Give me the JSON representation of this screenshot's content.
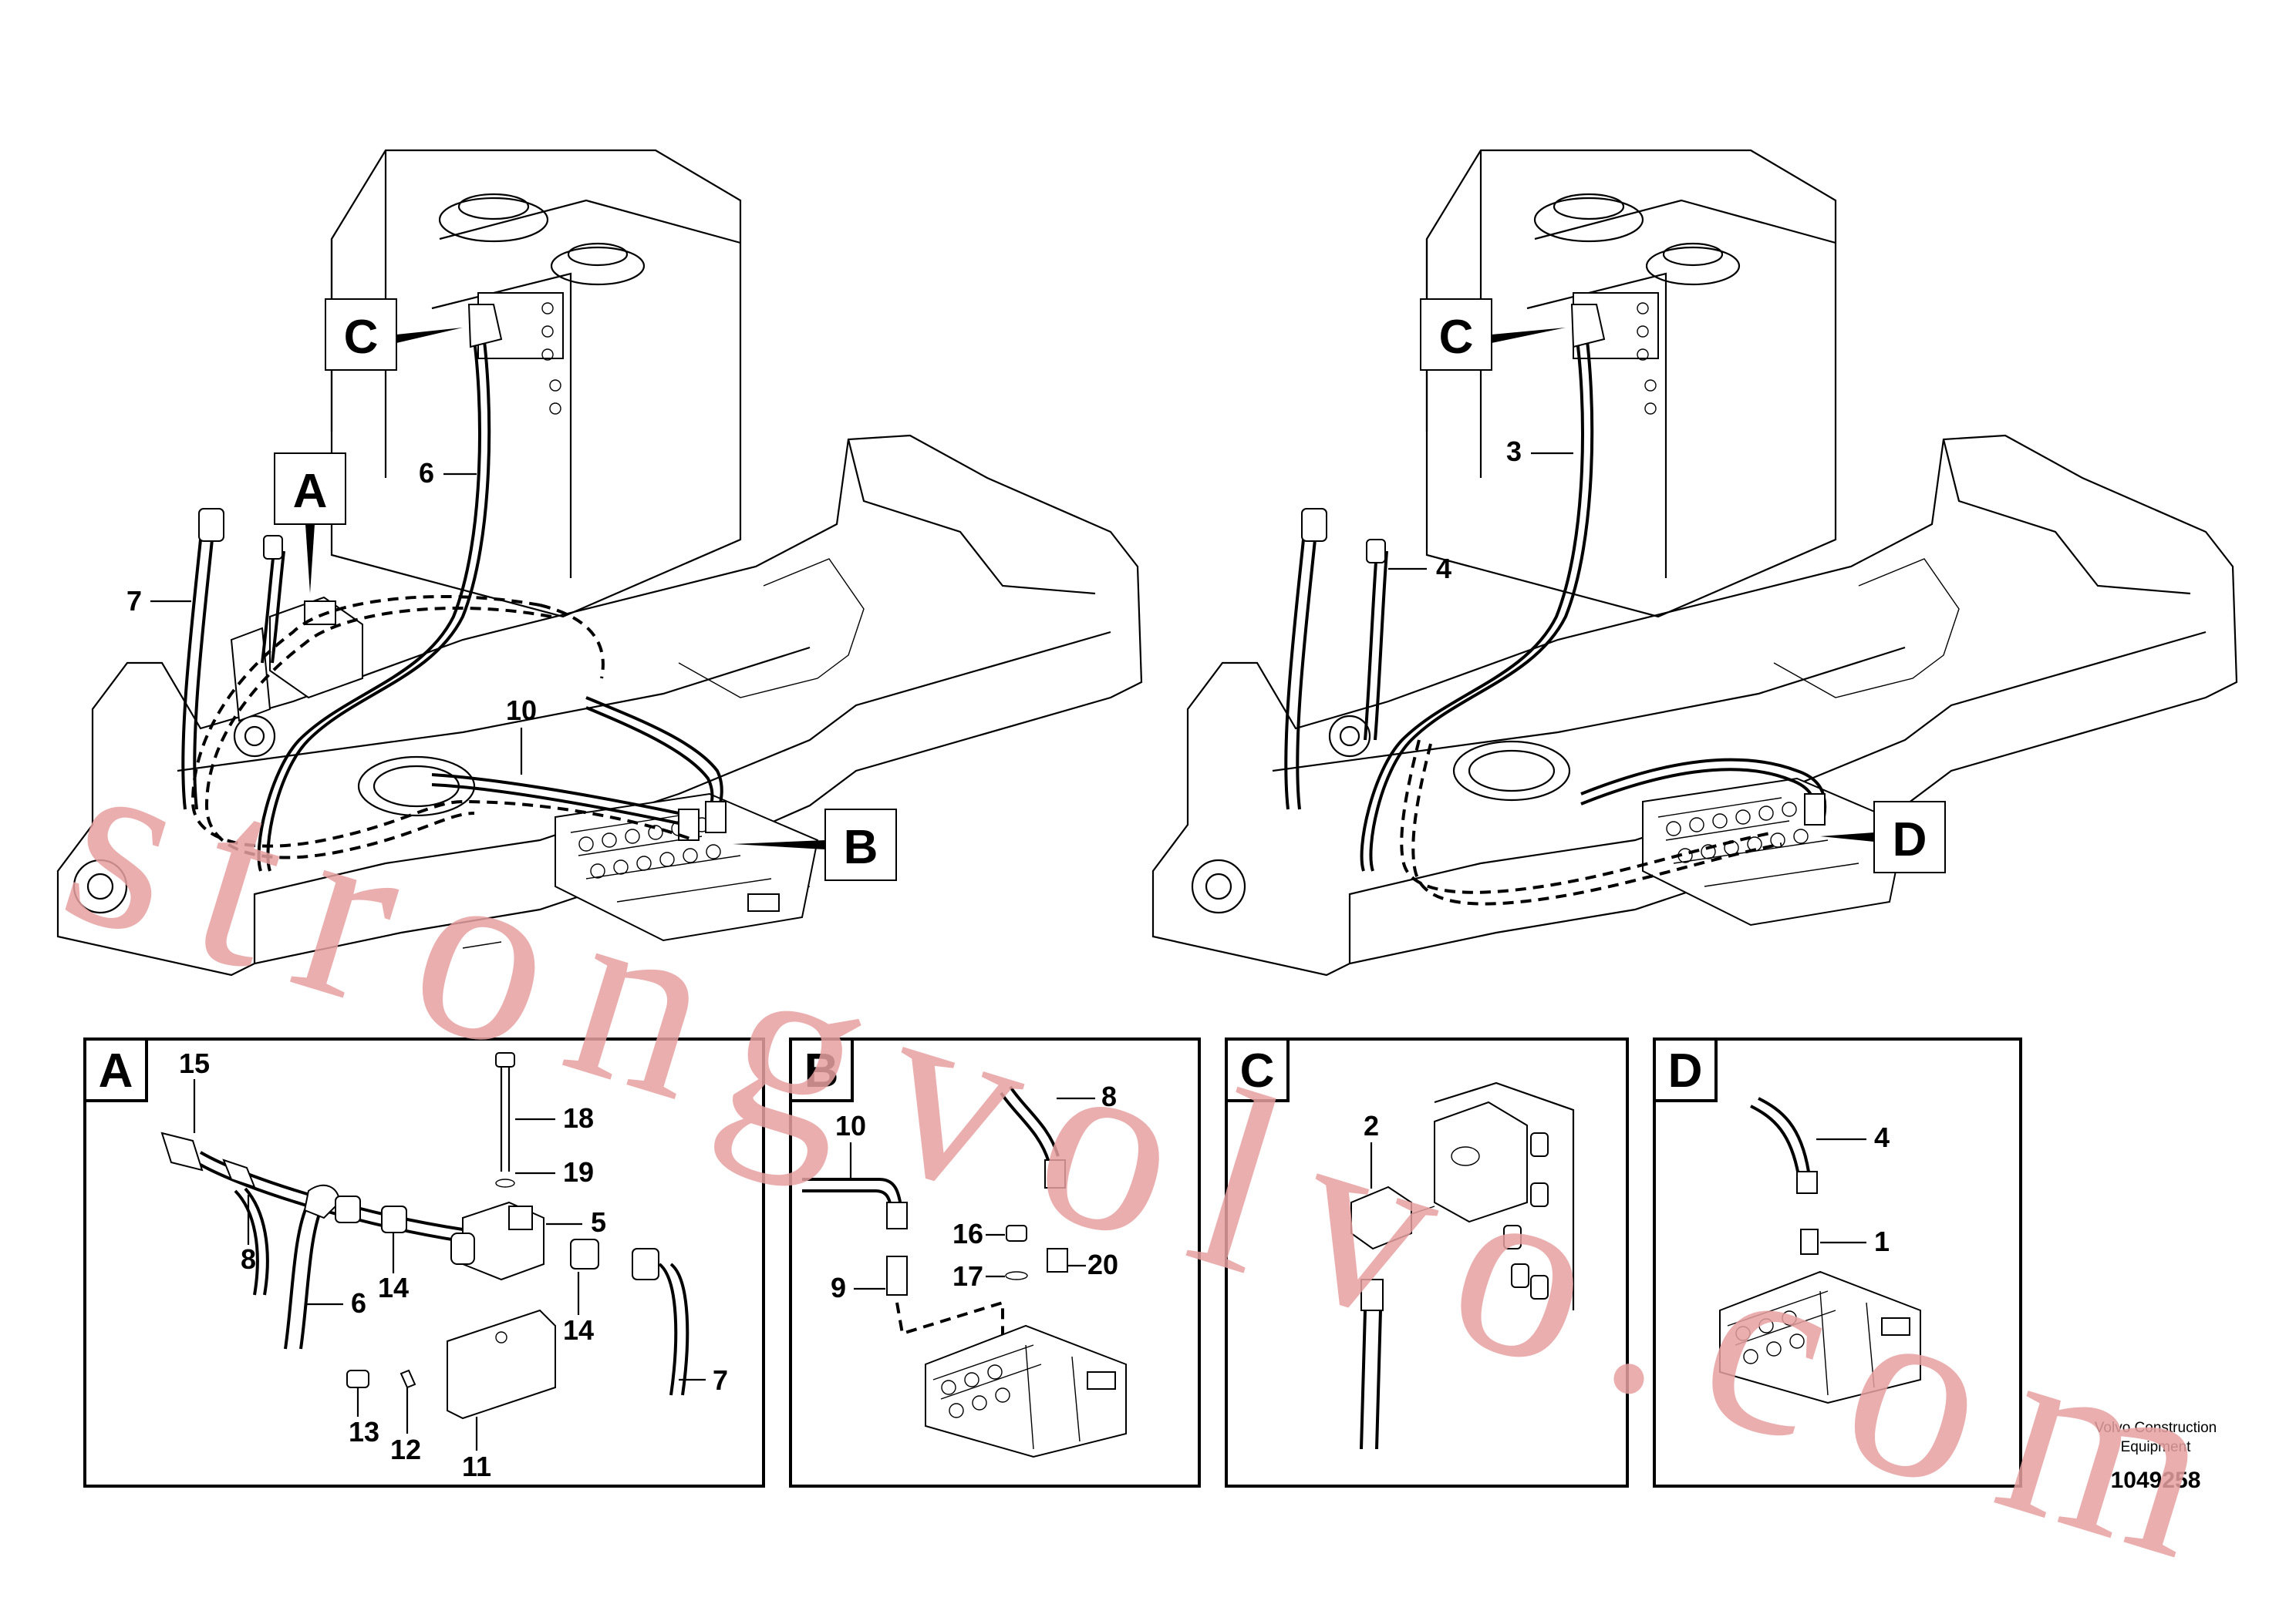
{
  "main": {
    "left_callouts": {
      "A": "A",
      "B": "B",
      "C": "C",
      "p6": "6",
      "p7": "7",
      "p10": "10"
    },
    "right_callouts": {
      "C": "C",
      "D": "D",
      "p3": "3",
      "p4": "4"
    }
  },
  "details": {
    "A": {
      "title": "A",
      "parts": [
        "15",
        "18",
        "19",
        "5",
        "8",
        "6",
        "14",
        "14",
        "7",
        "13",
        "12",
        "11"
      ]
    },
    "B": {
      "title": "B",
      "parts": [
        "10",
        "8",
        "16",
        "17",
        "20",
        "9"
      ]
    },
    "C": {
      "title": "C",
      "parts": [
        "2"
      ]
    },
    "D": {
      "title": "D",
      "parts": [
        "4",
        "1"
      ]
    }
  },
  "watermark": "strongvolvo.com",
  "credit": {
    "line1": "Volvo Construction",
    "line2": "Equipment"
  },
  "doc_number": "1049258",
  "colors": {
    "ink": "#000000",
    "watermark": "#e8a0a0",
    "paper": "#ffffff"
  }
}
